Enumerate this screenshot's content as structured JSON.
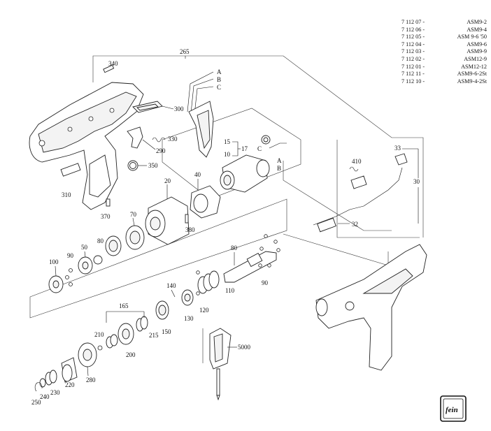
{
  "legend": [
    {
      "code": "7 112 07 -",
      "name": "ASM9-2"
    },
    {
      "code": "7 112 06 -",
      "name": "ASM9-4"
    },
    {
      "code": "7 112 05 -",
      "name": "ASM 9-6 '50"
    },
    {
      "code": "7 112 04 -",
      "name": "ASM9-6"
    },
    {
      "code": "7 112 03 -",
      "name": "ASM9-9"
    },
    {
      "code": "7 112 02 -",
      "name": "ASM12-9"
    },
    {
      "code": "7 112 01 -",
      "name": "ASM12-12"
    },
    {
      "code": "7 112 11 -",
      "name": "ASM9-6-2St"
    },
    {
      "code": "7 112 10 -",
      "name": "ASM9-4-2St"
    }
  ],
  "labels": {
    "l265": "265",
    "l340": "340",
    "l300": "300",
    "l330": "330",
    "l290": "290",
    "l350": "350",
    "l310": "310",
    "l370": "370",
    "wA": "A",
    "wB": "B",
    "wC": "C",
    "l15": "15",
    "l17": "17",
    "l10": "10",
    "mC": "C",
    "mA": "A",
    "mB": "B",
    "l20": "20",
    "l40": "40",
    "l380": "380",
    "l70": "70",
    "l80a": "80",
    "l50": "50",
    "l90a": "90",
    "l100": "100",
    "l80b": "80",
    "l90b": "90",
    "l110": "110",
    "l140": "140",
    "l120": "120",
    "l130": "130",
    "l165": "165",
    "l210": "210",
    "l215": "215",
    "l150": "150",
    "l200": "200",
    "l280": "280",
    "l220": "220",
    "l230": "230",
    "l240": "240",
    "l250": "250",
    "l5000": "5000",
    "l33": "33",
    "l410": "410",
    "l30": "30",
    "l32": "32"
  },
  "logo_text": "fein"
}
